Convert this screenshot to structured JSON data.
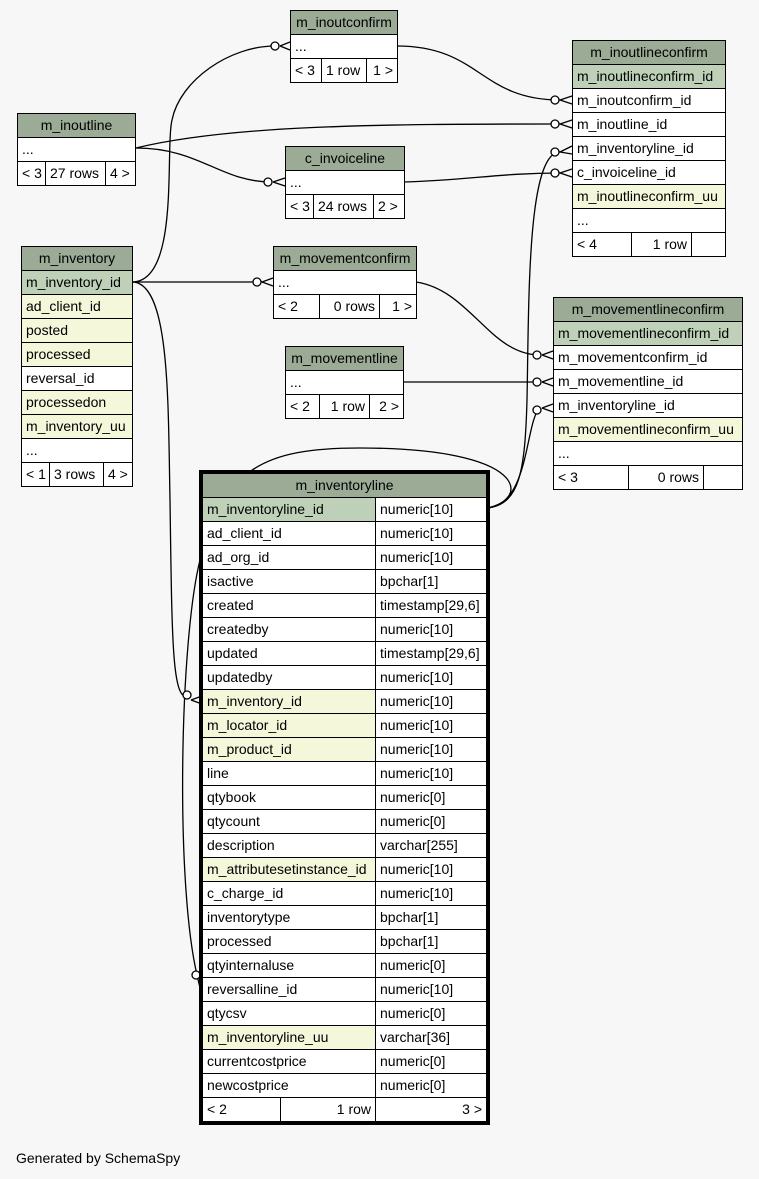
{
  "tables": {
    "m_inoutconfirm": {
      "name": "m_inoutconfirm",
      "rows": [
        "..."
      ],
      "footer": [
        "< 3",
        "1 row",
        "1 >"
      ]
    },
    "m_inoutlineconfirm": {
      "name": "m_inoutlineconfirm",
      "rows": [
        "m_inoutlineconfirm_id",
        "m_inoutconfirm_id",
        "m_inoutline_id",
        "m_inventoryline_id",
        "c_invoiceline_id",
        "m_inoutlineconfirm_uu",
        "..."
      ],
      "footer": [
        "< 4",
        "1 row",
        ""
      ]
    },
    "m_inoutline": {
      "name": "m_inoutline",
      "rows": [
        "..."
      ],
      "footer": [
        "< 3",
        "27 rows",
        "4 >"
      ]
    },
    "c_invoiceline": {
      "name": "c_invoiceline",
      "rows": [
        "..."
      ],
      "footer": [
        "< 3",
        "24 rows",
        "2 >"
      ]
    },
    "m_inventory": {
      "name": "m_inventory",
      "rows": [
        "m_inventory_id",
        "ad_client_id",
        "posted",
        "processed",
        "reversal_id",
        "processedon",
        "m_inventory_uu",
        "..."
      ],
      "footer": [
        "< 1",
        "3 rows",
        "4 >"
      ]
    },
    "m_movementconfirm": {
      "name": "m_movementconfirm",
      "rows": [
        "..."
      ],
      "footer": [
        "< 2",
        "0 rows",
        "1 >"
      ]
    },
    "m_movementline": {
      "name": "m_movementline",
      "rows": [
        "..."
      ],
      "footer": [
        "< 2",
        "1 row",
        "2 >"
      ]
    },
    "m_movementlineconfirm": {
      "name": "m_movementlineconfirm",
      "rows": [
        "m_movementlineconfirm_id",
        "m_movementconfirm_id",
        "m_movementline_id",
        "m_inventoryline_id",
        "m_movementlineconfirm_uu",
        "..."
      ],
      "footer": [
        "< 3",
        "0 rows",
        ""
      ]
    },
    "m_inventoryline": {
      "name": "m_inventoryline",
      "columns": [
        {
          "name": "m_inventoryline_id",
          "type": "numeric[10]"
        },
        {
          "name": "ad_client_id",
          "type": "numeric[10]"
        },
        {
          "name": "ad_org_id",
          "type": "numeric[10]"
        },
        {
          "name": "isactive",
          "type": "bpchar[1]"
        },
        {
          "name": "created",
          "type": "timestamp[29,6]"
        },
        {
          "name": "createdby",
          "type": "numeric[10]"
        },
        {
          "name": "updated",
          "type": "timestamp[29,6]"
        },
        {
          "name": "updatedby",
          "type": "numeric[10]"
        },
        {
          "name": "m_inventory_id",
          "type": "numeric[10]"
        },
        {
          "name": "m_locator_id",
          "type": "numeric[10]"
        },
        {
          "name": "m_product_id",
          "type": "numeric[10]"
        },
        {
          "name": "line",
          "type": "numeric[10]"
        },
        {
          "name": "qtybook",
          "type": "numeric[0]"
        },
        {
          "name": "qtycount",
          "type": "numeric[0]"
        },
        {
          "name": "description",
          "type": "varchar[255]"
        },
        {
          "name": "m_attributesetinstance_id",
          "type": "numeric[10]"
        },
        {
          "name": "c_charge_id",
          "type": "numeric[10]"
        },
        {
          "name": "inventorytype",
          "type": "bpchar[1]"
        },
        {
          "name": "processed",
          "type": "bpchar[1]"
        },
        {
          "name": "qtyinternaluse",
          "type": "numeric[0]"
        },
        {
          "name": "reversalline_id",
          "type": "numeric[10]"
        },
        {
          "name": "qtycsv",
          "type": "numeric[0]"
        },
        {
          "name": "m_inventoryline_uu",
          "type": "varchar[36]"
        },
        {
          "name": "currentcostprice",
          "type": "numeric[0]"
        },
        {
          "name": "newcostprice",
          "type": "numeric[0]"
        }
      ],
      "footer": [
        "< 2",
        "1 row",
        "3 >"
      ]
    }
  },
  "footer_text": "Generated by SchemaSpy"
}
